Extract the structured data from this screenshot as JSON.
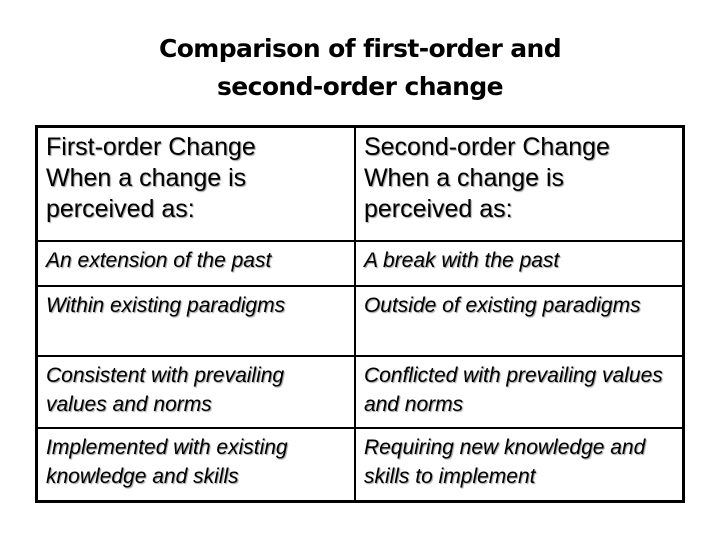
{
  "slide": {
    "title_lines": [
      "Comparison of first-order and",
      "second-order change"
    ]
  },
  "table": {
    "columns": [
      {
        "title": "First-order Change",
        "subtitle_line1": "When a change is",
        "subtitle_line2": "perceived as:"
      },
      {
        "title": "Second-order Change",
        "subtitle_line1": "When a change is",
        "subtitle_line2": "perceived as:"
      }
    ],
    "rows": [
      [
        "An extension of the past",
        "A break with the past"
      ],
      [
        "Within existing paradigms",
        "Outside of existing paradigms"
      ],
      [
        "Consistent with prevailing values and norms",
        "Conflicted with prevailing values and norms"
      ],
      [
        "Implemented with existing knowledge and skills",
        "Requiring new knowledge and skills to implement"
      ]
    ]
  }
}
